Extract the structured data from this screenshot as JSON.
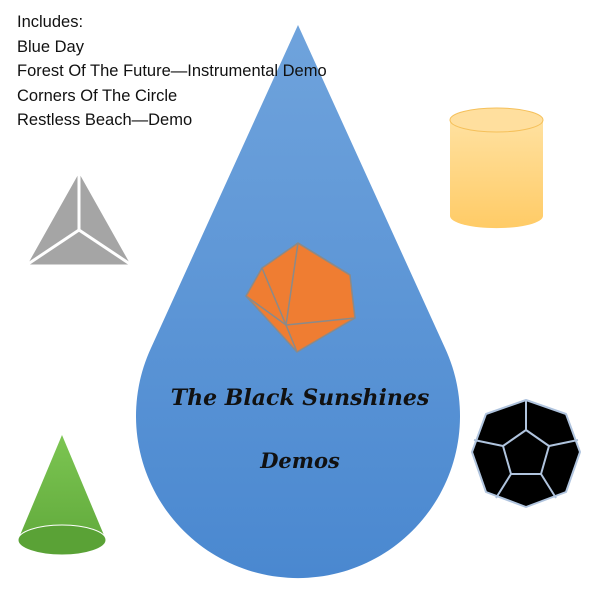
{
  "tracklist": {
    "heading": "Includes:",
    "tracks": [
      "Blue Day",
      "Forest Of The Future—Instrumental Demo",
      "Corners Of The Circle",
      "Restless Beach—Demo"
    ]
  },
  "cover": {
    "band_name": "The Black Sunshines",
    "album_title": "Demos"
  },
  "colors": {
    "drop": "#5592d6",
    "octahedron": "#ef7d32",
    "cylinder": "#ffd27a",
    "tetrahedron": "#a5a5a5",
    "dodecahedron": "#000000",
    "cone": "#6cb842"
  }
}
